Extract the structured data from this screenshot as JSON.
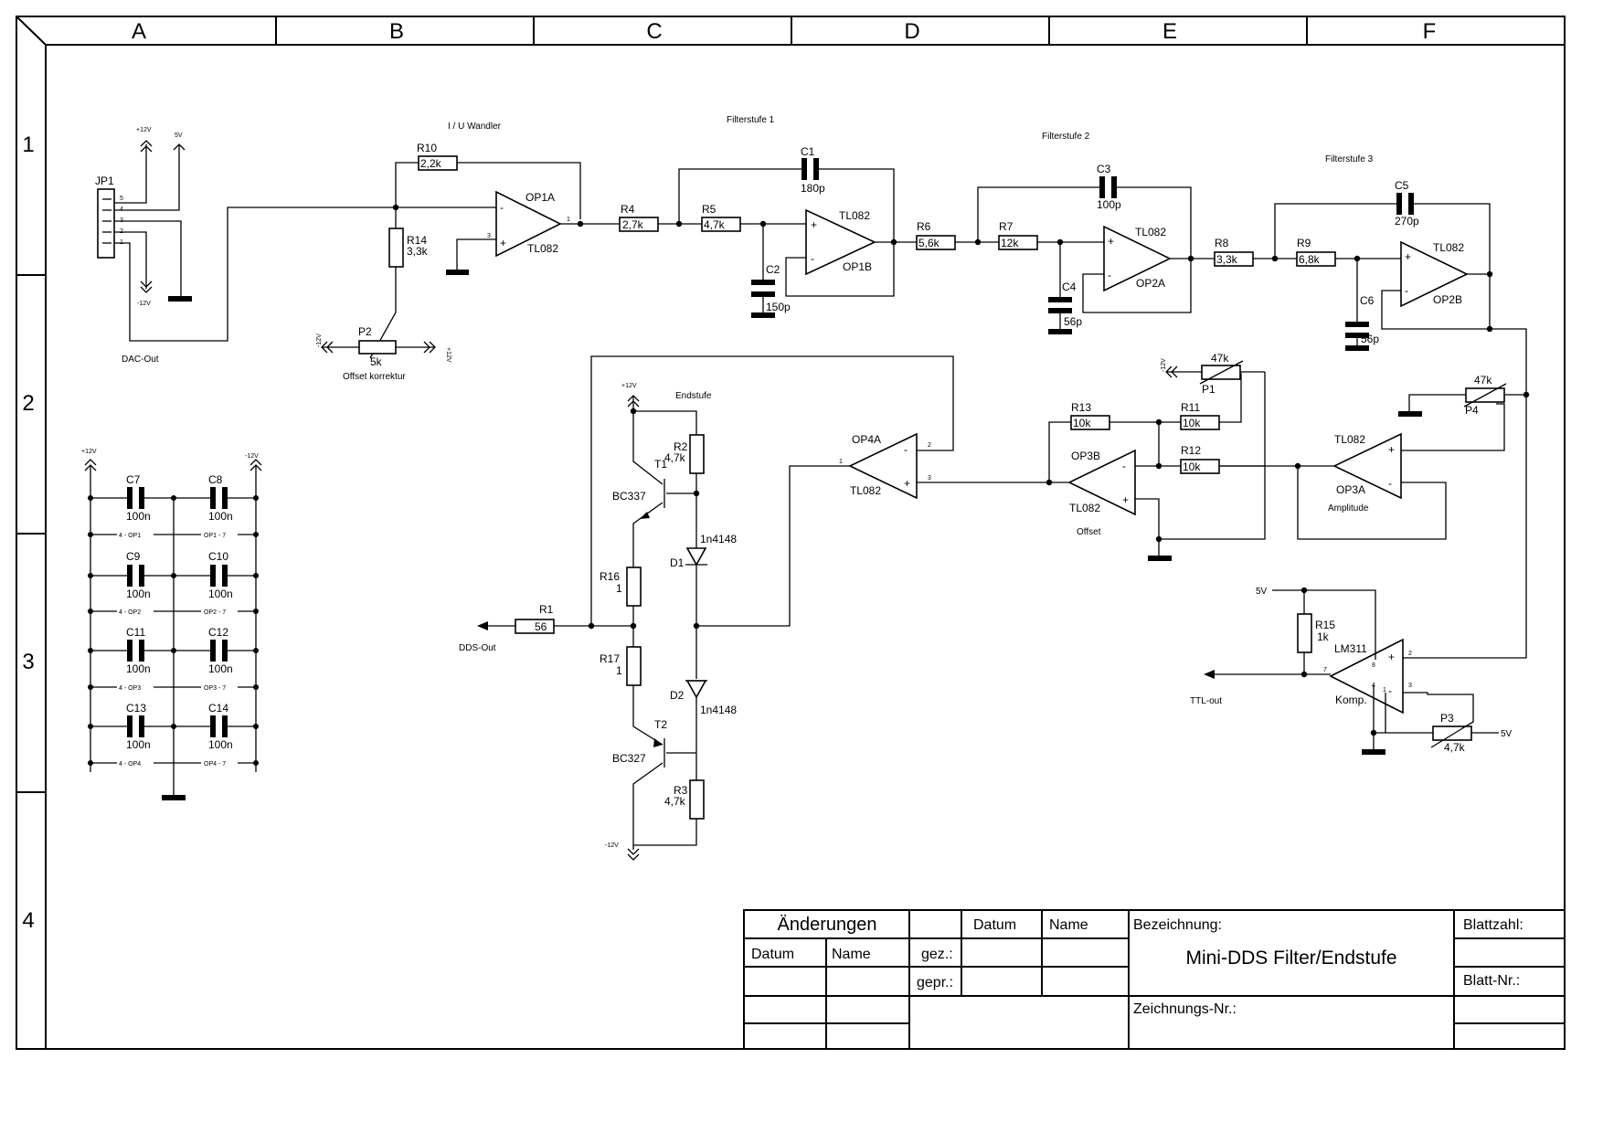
{
  "frame": {
    "columns": [
      "A",
      "B",
      "C",
      "D",
      "E",
      "F"
    ],
    "rows": [
      "1",
      "2",
      "3",
      "4"
    ]
  },
  "sections": {
    "iu": "I / U Wandler",
    "f1": "Filterstufe 1",
    "f2": "Filterstufe 2",
    "f3": "Filterstufe 3",
    "endstufe": "Endstufe",
    "offset": "Offset",
    "amplitude": "Amplitude",
    "offset_corr": "Offset korrektur"
  },
  "ports": {
    "dac_out": "DAC-Out",
    "dds_out": "DDS-Out",
    "ttl_out": "TTL-out"
  },
  "power": {
    "p12": "+12V",
    "m12": "-12V",
    "p5": "5V"
  },
  "jp1": {
    "name": "JP1",
    "pins": [
      "5",
      "4",
      "3",
      "2",
      "1"
    ]
  },
  "parts": {
    "R10": [
      "R10",
      "2,2k"
    ],
    "R14": [
      "R14",
      "3,3k"
    ],
    "P2": [
      "P2",
      "5k"
    ],
    "R4": [
      "R4",
      "2,7k"
    ],
    "R5": [
      "R5",
      "4,7k"
    ],
    "C1": [
      "C1",
      "180p"
    ],
    "C2": [
      "C2",
      "150p"
    ],
    "R6": [
      "R6",
      "5,6k"
    ],
    "R7": [
      "R7",
      "12k"
    ],
    "C3": [
      "C3",
      "100p"
    ],
    "C4": [
      "C4",
      "56p"
    ],
    "R8": [
      "R8",
      "3,3k"
    ],
    "R9": [
      "R9",
      "6,8k"
    ],
    "C5": [
      "C5",
      "270p"
    ],
    "C6": [
      "C6",
      "56p"
    ],
    "R2": [
      "R2",
      "4,7k"
    ],
    "T1": [
      "T1",
      "BC337"
    ],
    "D1": [
      "D1",
      "1n4148"
    ],
    "R16": [
      "R16",
      "1"
    ],
    "R17": [
      "R17",
      "1"
    ],
    "D2": [
      "D2",
      "1n4148"
    ],
    "T2": [
      "T2",
      "BC327"
    ],
    "R3": [
      "R3",
      "4,7k"
    ],
    "R1": [
      "R1",
      "56"
    ],
    "R13": [
      "R13",
      "10k"
    ],
    "R11": [
      "R11",
      "10k"
    ],
    "R12": [
      "R12",
      "10k"
    ],
    "P1": [
      "P1",
      "47k"
    ],
    "P4": [
      "P4",
      "47k"
    ],
    "R15": [
      "R15",
      "1k"
    ],
    "P3": [
      "P3",
      "4,7k"
    ]
  },
  "opamps": {
    "op1a": [
      "OP1A",
      "TL082"
    ],
    "op1b": [
      "OP1B",
      "TL082"
    ],
    "op2a": [
      "OP2A",
      "TL082"
    ],
    "op2b": [
      "OP2B",
      "TL082"
    ],
    "op4a": [
      "OP4A",
      "TL082"
    ],
    "op3b": [
      "OP3B",
      "TL082"
    ],
    "op3a": [
      "OP3A",
      "TL082"
    ],
    "comp": [
      "LM311",
      "Komp."
    ]
  },
  "pins": {
    "plus": "+",
    "minus": "-",
    "op1a_in": "3",
    "op1a_out": "1",
    "op4a_out": "1",
    "op4a_m": "2",
    "op4a_p": "3",
    "cmp_8": "8",
    "cmp_7": "7",
    "cmp_2": "2",
    "cmp_4": "4",
    "cmp_1": "1",
    "cmp_3": "3"
  },
  "decoupling": {
    "caps": [
      [
        "C7",
        "100n",
        "C8",
        "100n"
      ],
      [
        "C9",
        "100n",
        "C10",
        "100n"
      ],
      [
        "C11",
        "100n",
        "C12",
        "100n"
      ],
      [
        "C13",
        "100n",
        "C14",
        "100n"
      ]
    ],
    "pins": [
      [
        "4 - OP1",
        "OP1 - 7"
      ],
      [
        "4 - OP2",
        "OP2 - 7"
      ],
      [
        "4 - OP3",
        "OP3 - 7"
      ],
      [
        "4 - OP4",
        "OP4 - 7"
      ]
    ]
  },
  "titleblock": {
    "aenderungen": "Änderungen",
    "datum": "Datum",
    "name": "Name",
    "gez": "gez.:",
    "gepr": "gepr.:",
    "bezeichnung": "Bezeichnung:",
    "title": "Mini-DDS Filter/Endstufe",
    "blattzahl": "Blattzahl:",
    "blattnr": "Blatt-Nr.:",
    "zeichnungsnr": "Zeichnungs-Nr.:"
  }
}
